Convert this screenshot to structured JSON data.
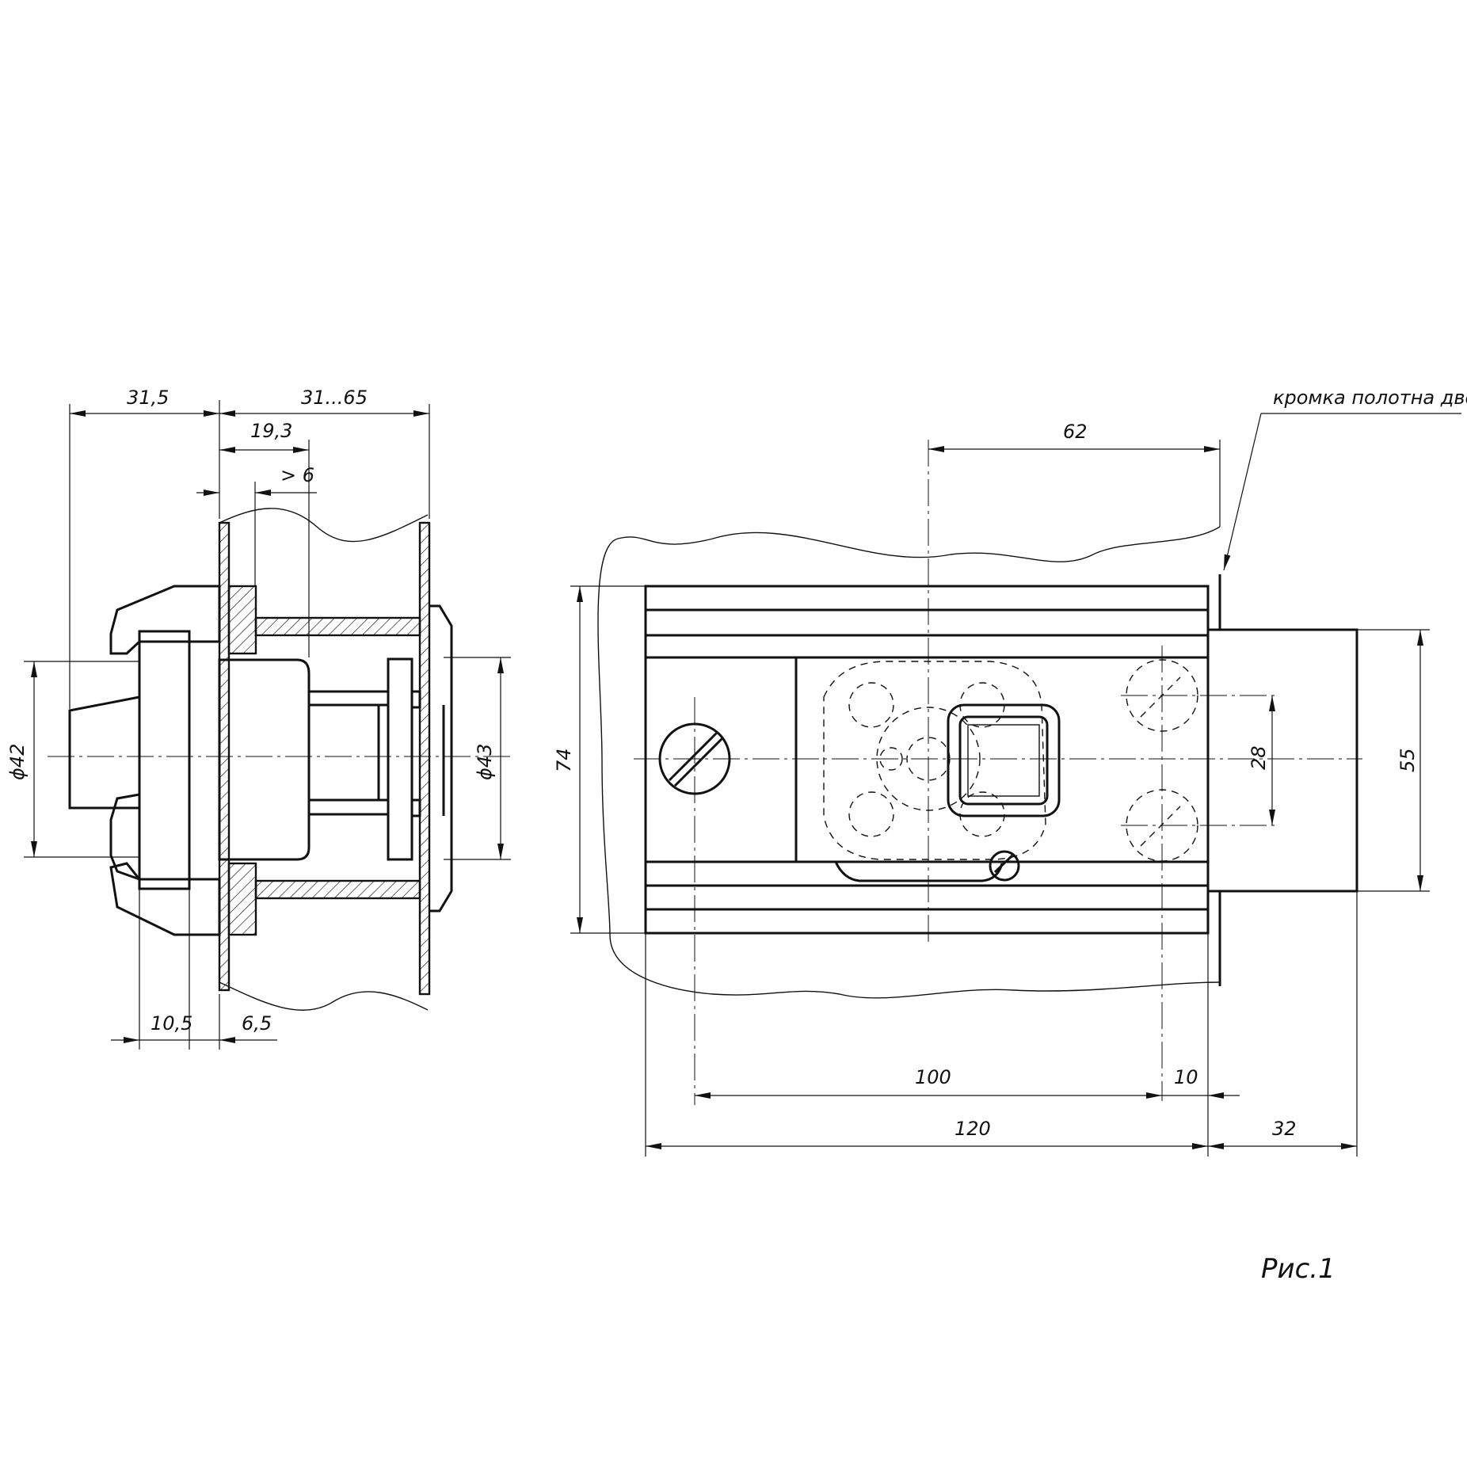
{
  "figure": {
    "caption": "Рис.1",
    "note": "кромка полотна двери"
  },
  "side_view": {
    "dims": {
      "d1": "31,5",
      "d2": "31...65",
      "d3": "19,3",
      "d4": "> 6",
      "d5": "10,5",
      "d6": "6,5",
      "dia_left": "ϕ42",
      "dia_right": "ϕ43"
    }
  },
  "front_view": {
    "dims": {
      "d62": "62",
      "d74": "74",
      "d28": "28",
      "d55": "55",
      "d100": "100",
      "d10": "10",
      "d120": "120",
      "d32": "32"
    }
  }
}
